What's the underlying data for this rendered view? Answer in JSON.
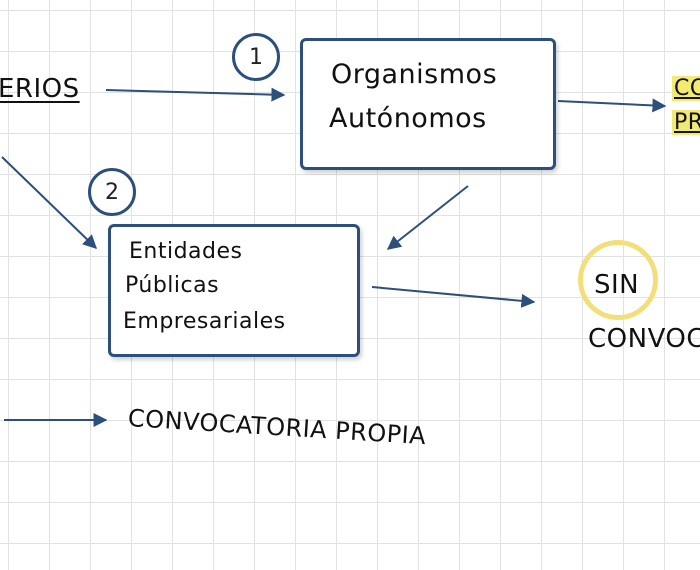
{
  "colors": {
    "arrow": "#2c4f7c",
    "box_border": "#2c4f7c",
    "highlight": "#f2ea72",
    "ring": "#f3df7a",
    "grid": "#e2e2e2"
  },
  "labels": {
    "left_partial": "ERIOS",
    "right_top_partial_1": "CO",
    "right_top_partial_2": "PR",
    "sin": "SIN",
    "convoc_partial": "CONVOC",
    "convocatoria_propia": "CONVOCATORIA PROPIA"
  },
  "nodes": {
    "organismos": {
      "badge": "1",
      "lines": [
        "Organismos",
        "Autónomos"
      ]
    },
    "entidades": {
      "badge": "2",
      "lines": [
        "Entidades",
        "Públicas",
        "Empresariales"
      ]
    }
  }
}
